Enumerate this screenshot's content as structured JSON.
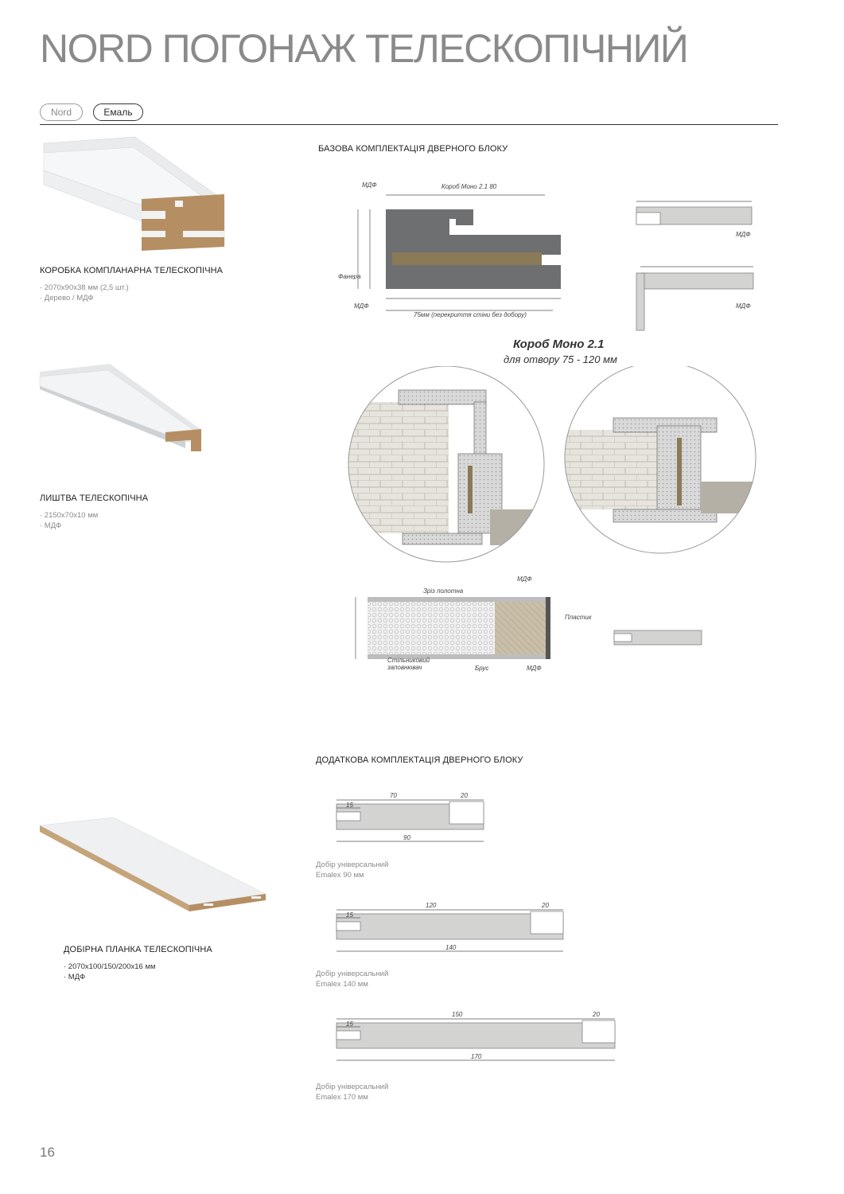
{
  "page": {
    "title": "NORD ПОГОНАЖ ТЕЛЕСКОПІЧНИЙ",
    "number": "16",
    "tabs": [
      {
        "label": "Nord",
        "active": false
      },
      {
        "label": "Емаль",
        "active": true
      }
    ]
  },
  "products": [
    {
      "title": "КОРОБКА КОМПЛАНАРНА ТЕЛЕСКОПІЧНА",
      "specs": [
        "· 2070х90х38 мм (2,5 шт.)",
        "· Дерево / МДФ"
      ]
    },
    {
      "title": "ЛИШТВА ТЕЛЕСКОПІЧНА",
      "specs": [
        "· 2150х70х10 мм",
        "· МДФ"
      ]
    },
    {
      "title": "ДОБІРНА ПЛАНКА ТЕЛЕСКОПІЧНА",
      "specs": [
        "· 2070х100/150/200х16 мм",
        "· МДФ"
      ]
    }
  ],
  "basic": {
    "section_title": "БАЗОВА КОМПЛЕКТАЦІЯ ДВЕРНОГО БЛОКУ",
    "box_title": "Короб Моно 2.1",
    "box_subtitle": "для отвору 75 - 120 мм",
    "labels": {
      "mdf": "МДФ",
      "korob": "Короб Моно 2.1 80",
      "fanera": "Фанера",
      "overlap": "75мм (перекриття стіни без добору)",
      "zriz": "Зріз полотна",
      "plastyk": "Пластик",
      "stilnykovyi": "Стільниковий",
      "zapovniuvach": "заповнювач",
      "brus": "Брус"
    }
  },
  "additional": {
    "section_title": "ДОДАТКОВА КОМПЛЕКТАЦІЯ ДВЕРНОГО БЛОКУ",
    "items": [
      {
        "caption1": "Добір універсальний",
        "caption2": "Emalex 90 мм",
        "d_main": "70",
        "d_right": "20",
        "d_slot": "15",
        "d_total": "90"
      },
      {
        "caption1": "Добір універсальний",
        "caption2": "Emalex 140 мм",
        "d_main": "120",
        "d_right": "20",
        "d_slot": "15",
        "d_total": "140"
      },
      {
        "caption1": "Добір універсальний",
        "caption2": "Emalex 170 мм",
        "d_main": "150",
        "d_right": "20",
        "d_slot": "15",
        "d_total": "170"
      }
    ]
  },
  "colors": {
    "accent": "#8a8a8a",
    "profile_gray": "#6e6f71",
    "wood": "#8a7a58",
    "light_profile": "#d3d3d1",
    "wall": "#e6e4dc"
  }
}
